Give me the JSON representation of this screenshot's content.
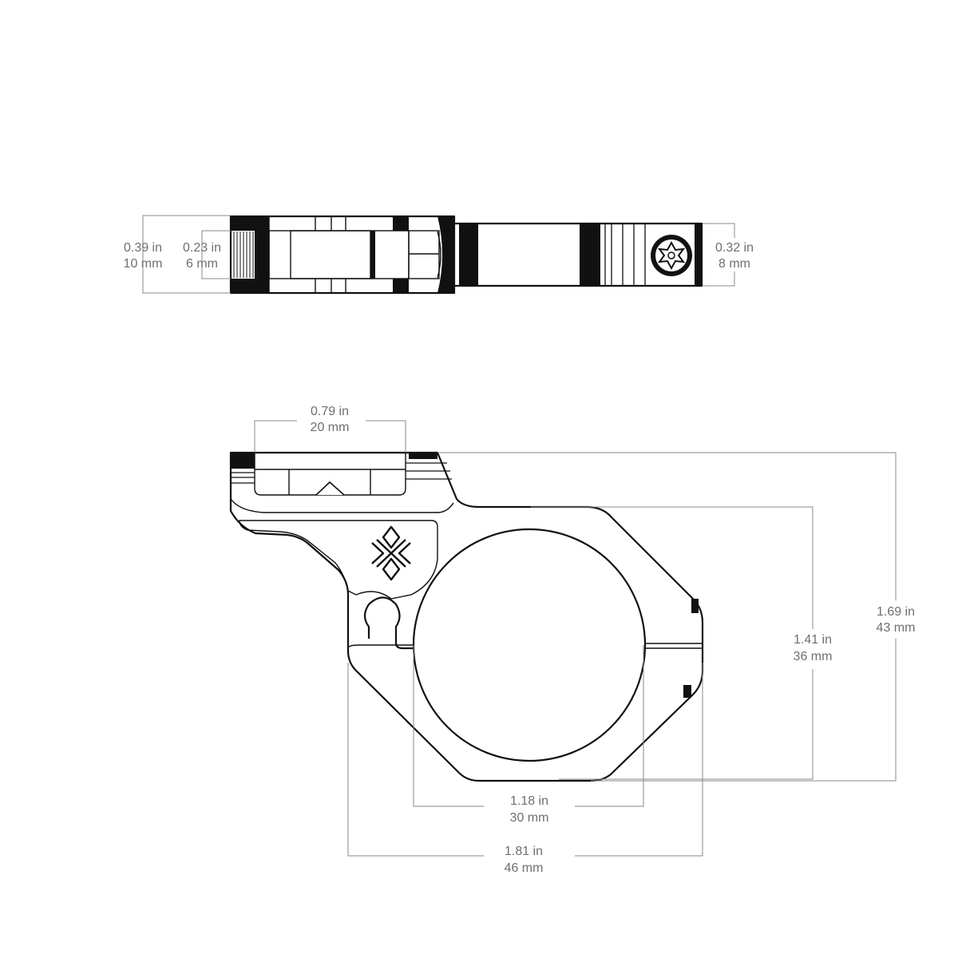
{
  "dimensions": {
    "top_view": {
      "thickness": {
        "in": "0.39 in",
        "mm": "10 mm"
      },
      "rail_slot": {
        "in": "0.23 in",
        "mm": "6 mm"
      },
      "screw_side": {
        "in": "0.32 in",
        "mm": "8 mm"
      }
    },
    "side_view": {
      "rail_width": {
        "in": "0.79 in",
        "mm": "20 mm"
      },
      "body_height": {
        "in": "1.41 in",
        "mm": "36 mm"
      },
      "overall_height": {
        "in": "1.69 in",
        "mm": "43 mm"
      },
      "bore_diameter": {
        "in": "1.18 in",
        "mm": "30 mm"
      },
      "overall_length": {
        "in": "1.81 in",
        "mm": "46 mm"
      }
    }
  },
  "icons": {
    "logo": "starburst-logo-icon",
    "screw": "torx-screw-icon"
  },
  "colors": {
    "outline": "#111111",
    "dimension": "#8a8a8a",
    "dimension_text": "#6f6f6f"
  }
}
